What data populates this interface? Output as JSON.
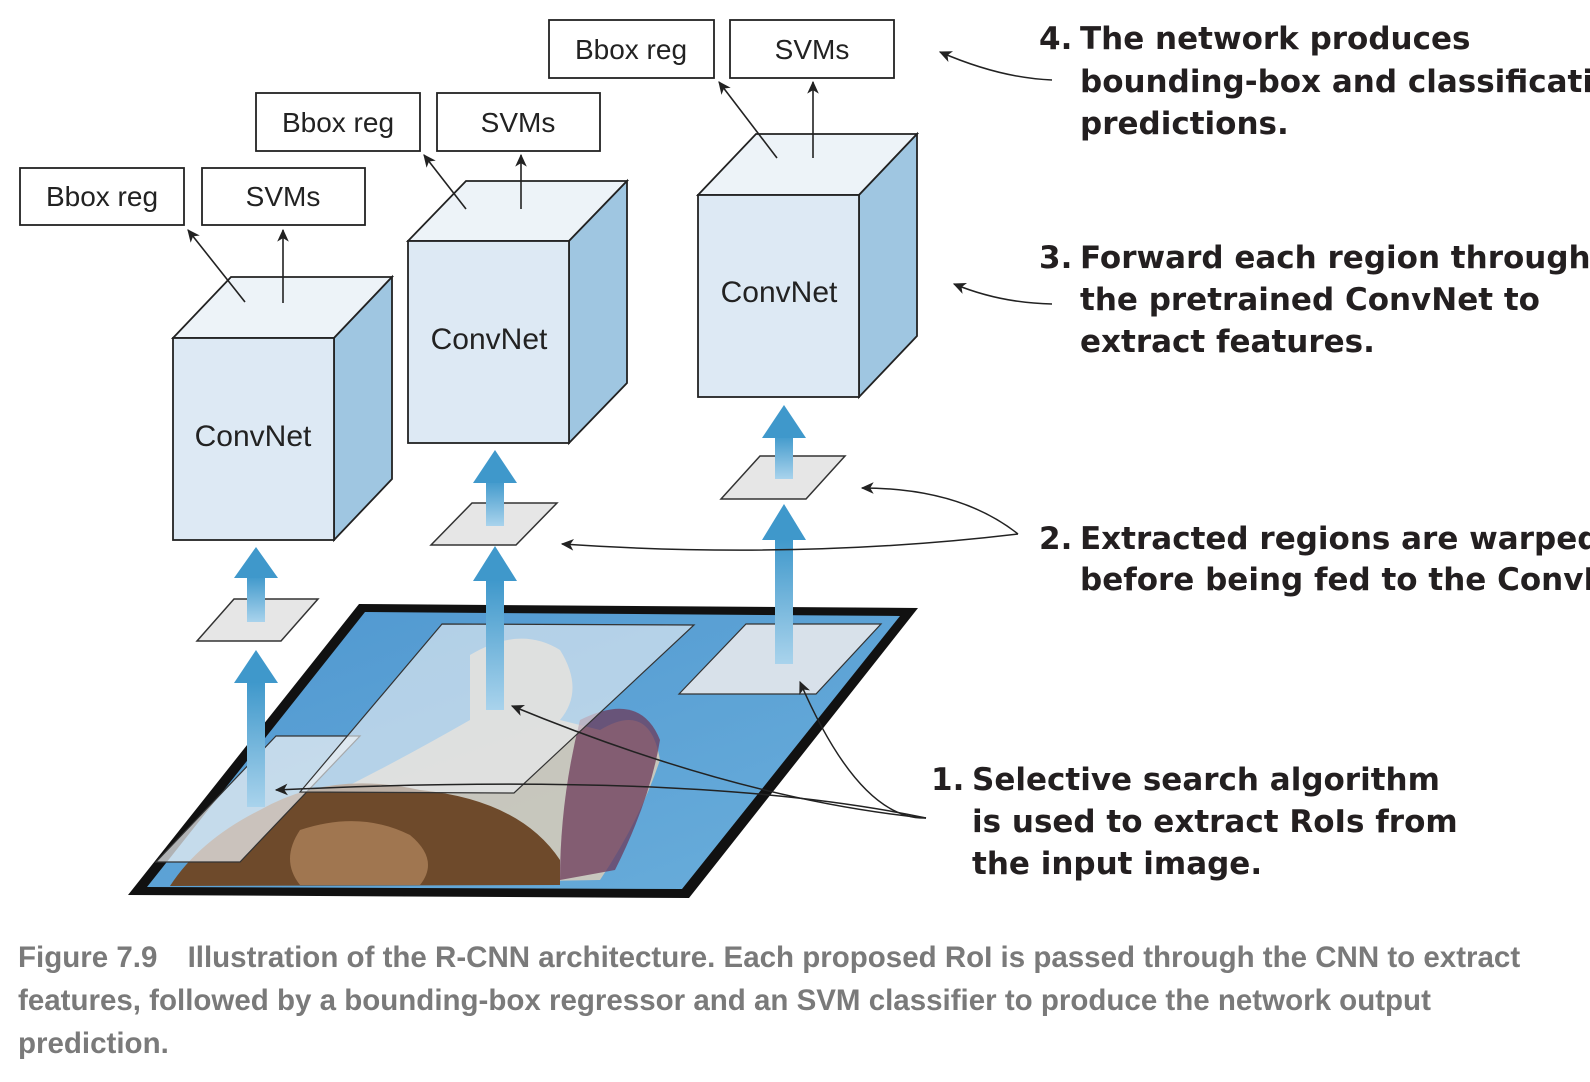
{
  "outputs": {
    "bbox_label": "Bbox reg",
    "svm_label": "SVMs"
  },
  "convnet_label": "ConvNet",
  "steps": [
    {
      "number": "1.",
      "lines": [
        "Selective search algorithm",
        "is used to extract RoIs from",
        "the input image."
      ]
    },
    {
      "number": "2.",
      "lines": [
        "Extracted regions are warped",
        "before being fed to the ConvNet."
      ]
    },
    {
      "number": "3.",
      "lines": [
        "Forward each region through",
        "the pretrained ConvNet to",
        "extract features."
      ]
    },
    {
      "number": "4.",
      "lines": [
        "The network produces",
        "bounding-box and classification",
        "predictions."
      ]
    }
  ],
  "caption": {
    "label": "Figure 7.9",
    "text": "Illustration of the R-CNN architecture. Each proposed RoI is passed through the CNN to extract features, followed by a bounding-box regressor and an SVM classifier to produce the network output prediction."
  },
  "colors": {
    "cube_front": "#dde9f4",
    "cube_top": "#edf3f8",
    "cube_side": "#9fc6e1",
    "arrow_blue": "#4b9fcf",
    "image_sky": "#5a9ed3",
    "caption_gray": "#7a7a7a"
  }
}
